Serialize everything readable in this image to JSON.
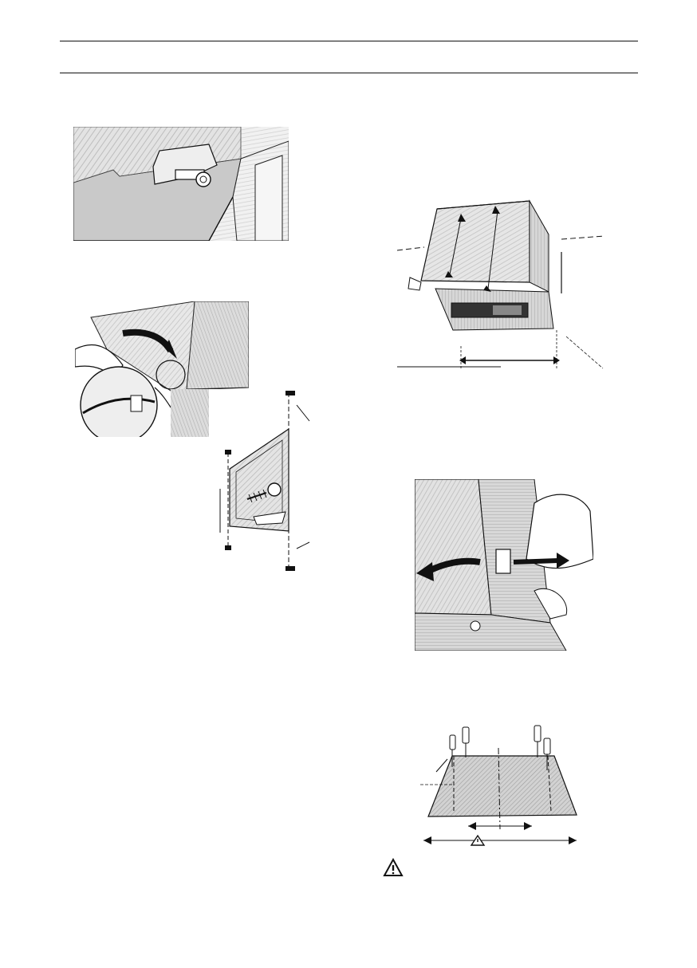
{
  "page": {
    "header_text": "",
    "figures": [
      {
        "id": "fig-bracket-detail",
        "icon": "mounting-bracket-illustration"
      },
      {
        "id": "fig-door-hinge",
        "icon": "door-hinge-illustration"
      },
      {
        "id": "fig-door-side-view",
        "icon": "door-screw-illustration"
      },
      {
        "id": "fig-hood-unit",
        "icon": "cabinet-unit-illustration"
      },
      {
        "id": "fig-door-removal",
        "icon": "door-removal-illustration"
      },
      {
        "id": "fig-panel-screws",
        "icon": "panel-screwdriver-illustration"
      }
    ],
    "warning_icon": "warning-triangle-icon"
  }
}
